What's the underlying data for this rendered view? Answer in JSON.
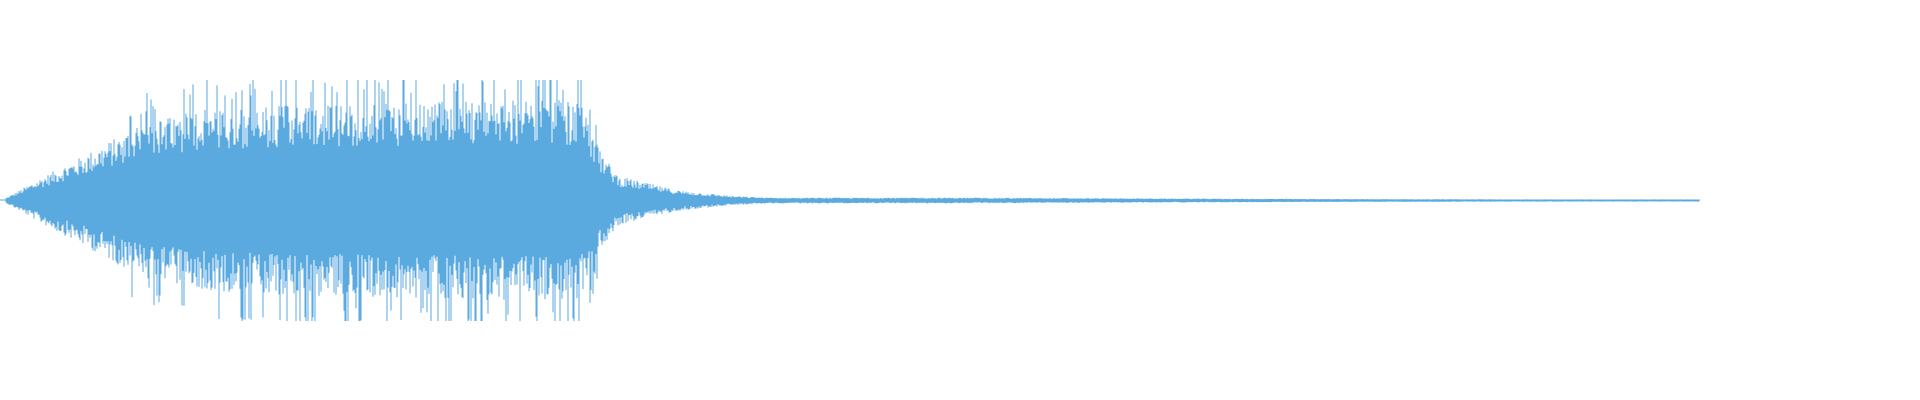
{
  "chart_data": {
    "type": "area",
    "subtype": "audio-waveform",
    "title": "",
    "xlabel": "",
    "ylabel": "",
    "ylim": [
      -1,
      1
    ],
    "grid": false,
    "legend": "none",
    "color": "#5aaae0",
    "series": [
      {
        "values_note": "",
        "x": [
          0.0,
          0.02,
          0.04,
          0.07,
          0.1,
          0.15,
          0.2,
          0.25,
          0.3,
          0.31,
          0.32,
          0.35,
          0.38,
          0.4,
          0.5,
          0.6,
          0.7,
          0.8,
          0.885
        ],
        "envelope": [
          0.01,
          0.12,
          0.22,
          0.38,
          0.45,
          0.48,
          0.48,
          0.5,
          0.5,
          0.25,
          0.12,
          0.05,
          0.02,
          0.012,
          0.012,
          0.008,
          0.005,
          0.003,
          0.003
        ],
        "peak_max": 0.6
      }
    ]
  }
}
